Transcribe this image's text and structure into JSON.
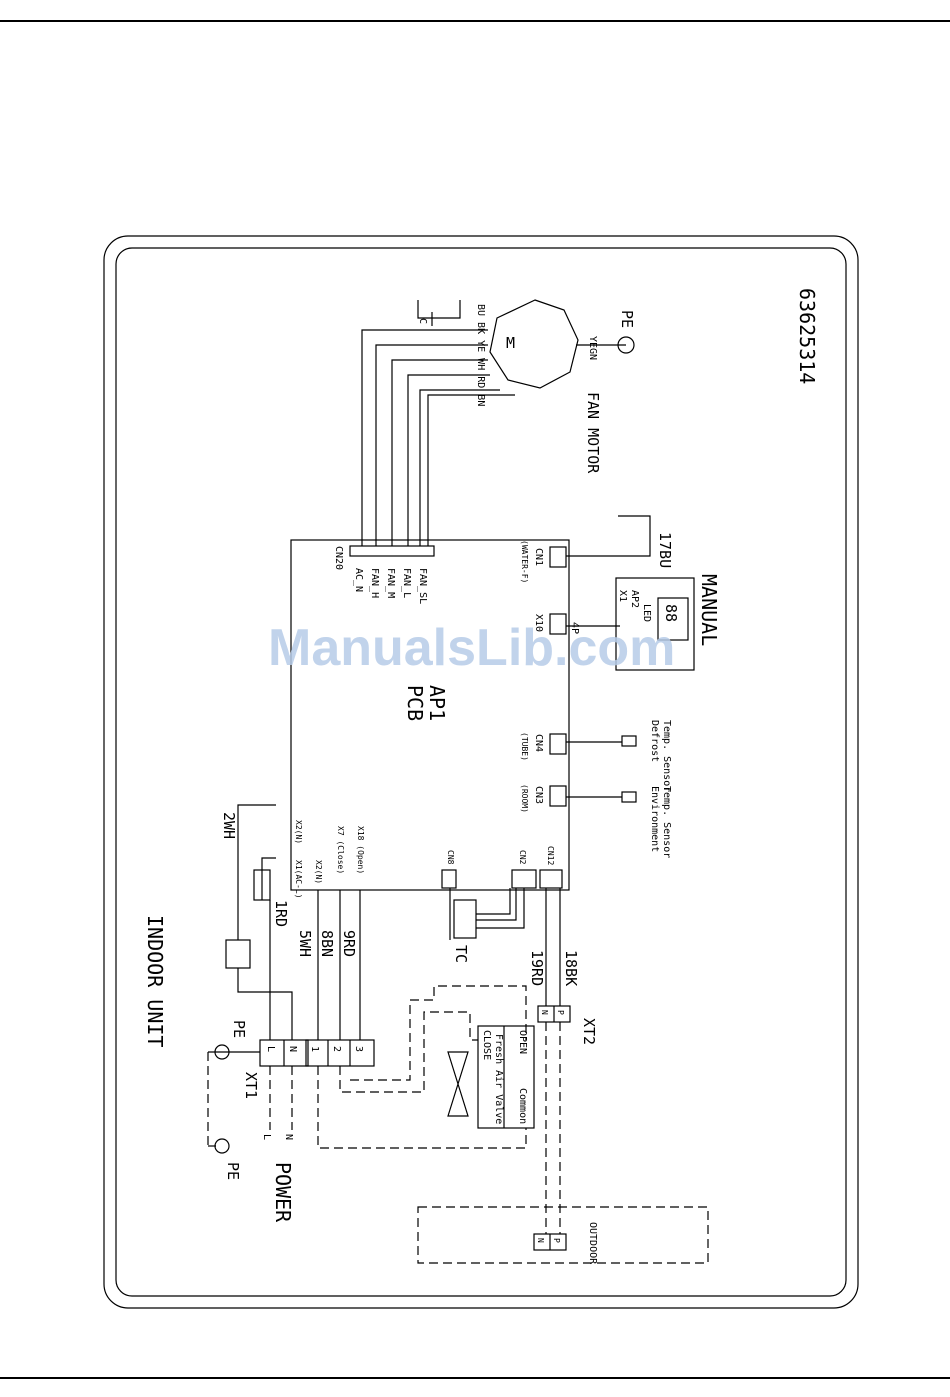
{
  "diagram": {
    "doc_number": "63625314",
    "unit_label": "INDOOR UNIT",
    "pcb": {
      "ref": "AP1",
      "name": "PCB"
    },
    "fan_motor": {
      "label": "FAN MOTOR",
      "symbol": "M",
      "ground": "PE",
      "ground_wire": "YEGN",
      "cap_label": "C",
      "wire_colors": [
        "BU",
        "BK",
        "YE",
        "WH",
        "RD",
        "BN"
      ]
    },
    "cn20": {
      "name": "CN20",
      "pins": [
        "AC_N",
        "FAN_H",
        "FAN_M",
        "FAN_L",
        "FAN_SL"
      ]
    },
    "cn1": {
      "name": "CN1",
      "function": "(WATER-F)",
      "wire": "17BU"
    },
    "display": {
      "name": "AP2",
      "connector": "X1",
      "pcb_connector": "X10",
      "wire": "4P",
      "led_label": "LED",
      "digits": "88",
      "caption": "MANUAL"
    },
    "cn4": {
      "name": "CN4",
      "function": "(TUBE)",
      "sensor": [
        "Defrost",
        "Temp. Sensor"
      ]
    },
    "cn3": {
      "name": "CN3",
      "function": "(ROOM)",
      "sensor": [
        "Environment",
        "Temp. Sensor"
      ]
    },
    "cn8": {
      "name": "CN8"
    },
    "cn2": {
      "name": "CN2"
    },
    "cn12": {
      "name": "CN12"
    },
    "transformer": {
      "label": "TC"
    },
    "pcb_terminals": [
      "X2(N)",
      "X1(AC-L)",
      "X2(N)",
      "X7 (Close)",
      "X18 (Open)"
    ],
    "wires": {
      "w2": "2WH",
      "w1": "1RD",
      "w5": "5WH",
      "w8": "8BN",
      "w9": "9RD",
      "w19": "19RD",
      "w18": "18BK"
    },
    "xt1": {
      "name": "XT1",
      "pins": [
        "L",
        "N"
      ]
    },
    "xt_valve": {
      "pins": [
        "1",
        "2",
        "3"
      ]
    },
    "xt2": {
      "name": "XT2",
      "pins": [
        "N",
        "P"
      ]
    },
    "valve": {
      "label": "Fresh Air Valve",
      "terminals": [
        "CLOSE",
        "OPEN",
        "Common"
      ]
    },
    "power": {
      "label": "POWER",
      "lines": [
        "L",
        "N"
      ],
      "ground": "PE"
    },
    "pe_label": "PE",
    "outdoor": {
      "label": "OUTDOOR",
      "pins": [
        "N",
        "P"
      ]
    },
    "watermark": "ManualsLib.com"
  }
}
